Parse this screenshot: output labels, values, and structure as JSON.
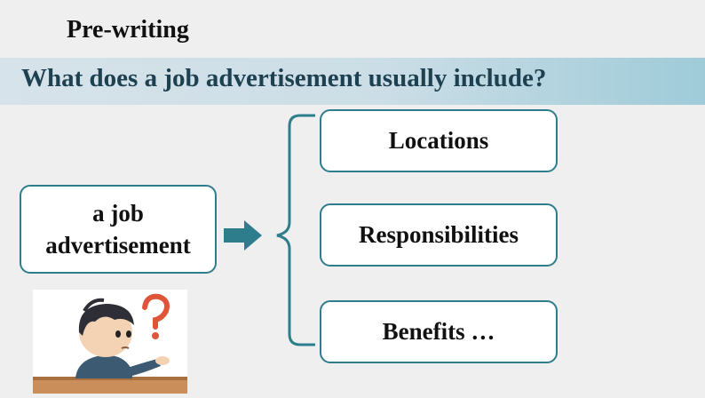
{
  "slide": {
    "label": "Pre-writing",
    "question": "What does a job advertisement usually include?"
  },
  "topic": {
    "line1": "a job",
    "line2": "advertisement"
  },
  "items": [
    {
      "label": "Locations"
    },
    {
      "label": "Responsibilities"
    },
    {
      "label": "Benefits …"
    }
  ],
  "colors": {
    "accent": "#2d7d8c",
    "question_text": "#1e4152",
    "band_start": "#d7e3ea",
    "band_end": "#9fcbd8"
  },
  "illustration": {
    "icon": "thinking-boy-question-mark-icon"
  }
}
